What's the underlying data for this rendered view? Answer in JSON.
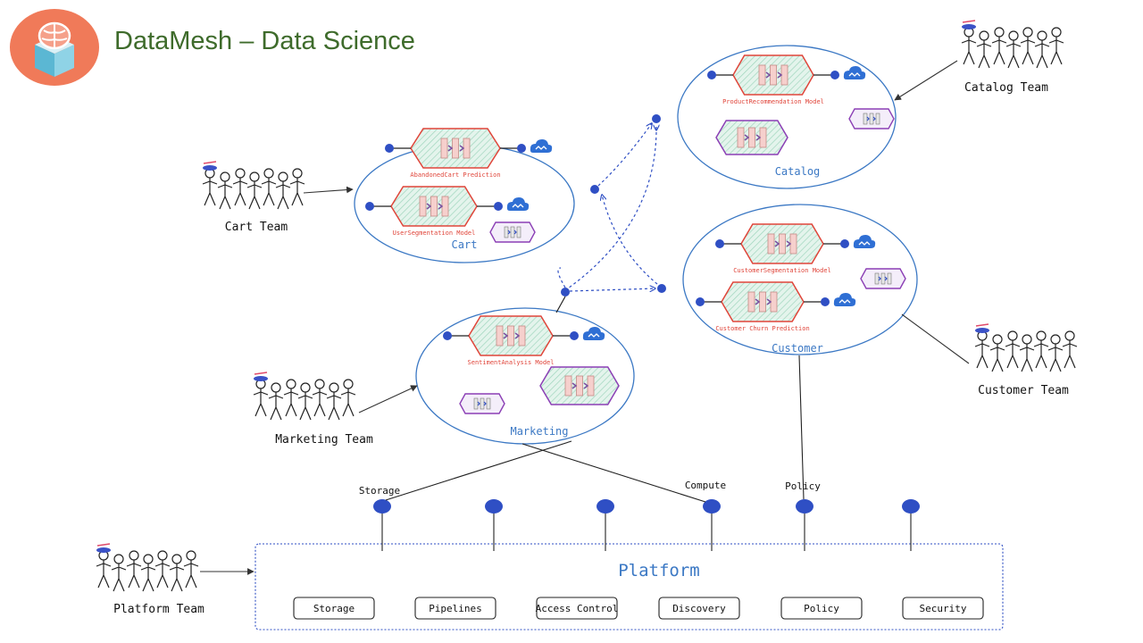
{
  "title": "DataMesh – Data Science",
  "logo": {
    "icon": "brain-in-box-icon",
    "background_color": "#f07a59"
  },
  "colors": {
    "domain_stroke": "#3b78c4",
    "port": "#2f4fc4",
    "model_stroke": "#e0453a",
    "model_fill": "#d8efe6",
    "product_stroke": "#8b3fb5",
    "title": "#3e6b2b"
  },
  "domains": {
    "cart": {
      "label": "Cart",
      "models": [
        "AbandonedCart Prediction",
        "UserSegmentation Model"
      ]
    },
    "catalog": {
      "label": "Catalog",
      "models": [
        "ProductRecommendation Model"
      ]
    },
    "customer": {
      "label": "Customer",
      "models": [
        "CustomerSegmentation Model",
        "Customer Churn Prediction"
      ]
    },
    "marketing": {
      "label": "Marketing",
      "models": [
        "SentimentAnalysis Model"
      ]
    }
  },
  "teams": {
    "cart": "Cart Team",
    "catalog": "Catalog Team",
    "customer": "Customer Team",
    "marketing": "Marketing Team",
    "platform": "Platform Team"
  },
  "platform": {
    "label": "Platform",
    "port_labels": {
      "storage": "Storage",
      "compute": "Compute",
      "policy": "Policy"
    },
    "services": [
      "Storage",
      "Pipelines",
      "Access Control",
      "Discovery",
      "Policy",
      "Security"
    ]
  }
}
